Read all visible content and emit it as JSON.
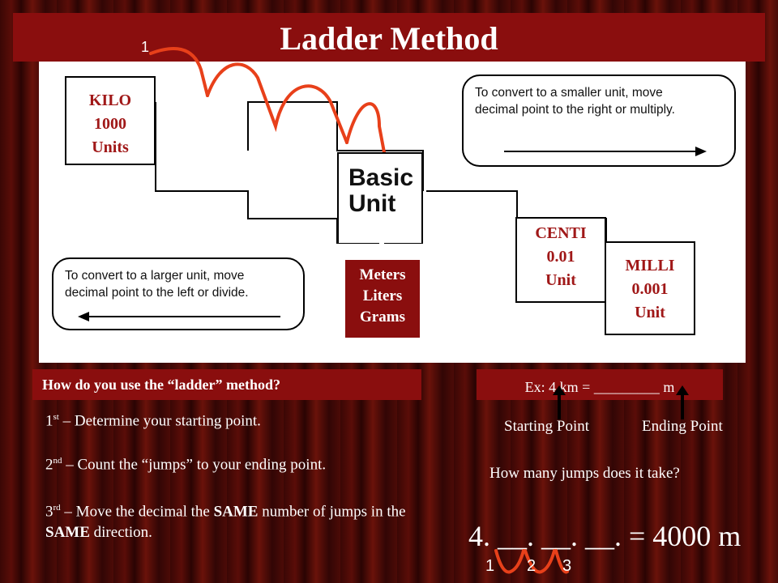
{
  "title": "Ladder Method",
  "jump_marker_top": "1",
  "ladder": {
    "kilo": [
      "KILO",
      "1000",
      "Units"
    ],
    "basic": [
      "Basic",
      "Unit"
    ],
    "centi": [
      "CENTI",
      "0.01",
      "Unit"
    ],
    "milli": [
      "MILLI",
      "0.001",
      "Unit"
    ],
    "basic_units": [
      "Meters",
      "Liters",
      "Grams"
    ]
  },
  "notes": {
    "smaller": [
      "To convert to a smaller unit, move",
      "decimal  point to the right or multiply."
    ],
    "larger": [
      "To convert to a larger unit, move",
      "decimal  point to the left or divide."
    ]
  },
  "question_header": "How do you use the “ladder” method?",
  "steps": [
    {
      "ordinal": "1",
      "suffix": "st",
      "text": " – Determine your starting point."
    },
    {
      "ordinal": "2",
      "suffix": "nd",
      "text": " – Count the “jumps” to your ending point."
    },
    {
      "ordinal": "3",
      "suffix": "rd",
      "text": " – Move the decimal the ",
      "bold1": "SAME",
      "mid": " number of jumps in the ",
      "bold2": "SAME",
      "end": " direction."
    }
  ],
  "example": {
    "header": "Ex: 4 km = _________ m",
    "start_label": "Starting Point",
    "end_label": "Ending Point",
    "question": "How many jumps does it take?",
    "result": "4. __. __. __. = 4000 m",
    "jump_numbers": [
      "1",
      "2",
      "3"
    ]
  },
  "colors": {
    "accent": "#8a0e0e",
    "arc": "#e8401a",
    "box_text": "#a01818"
  }
}
